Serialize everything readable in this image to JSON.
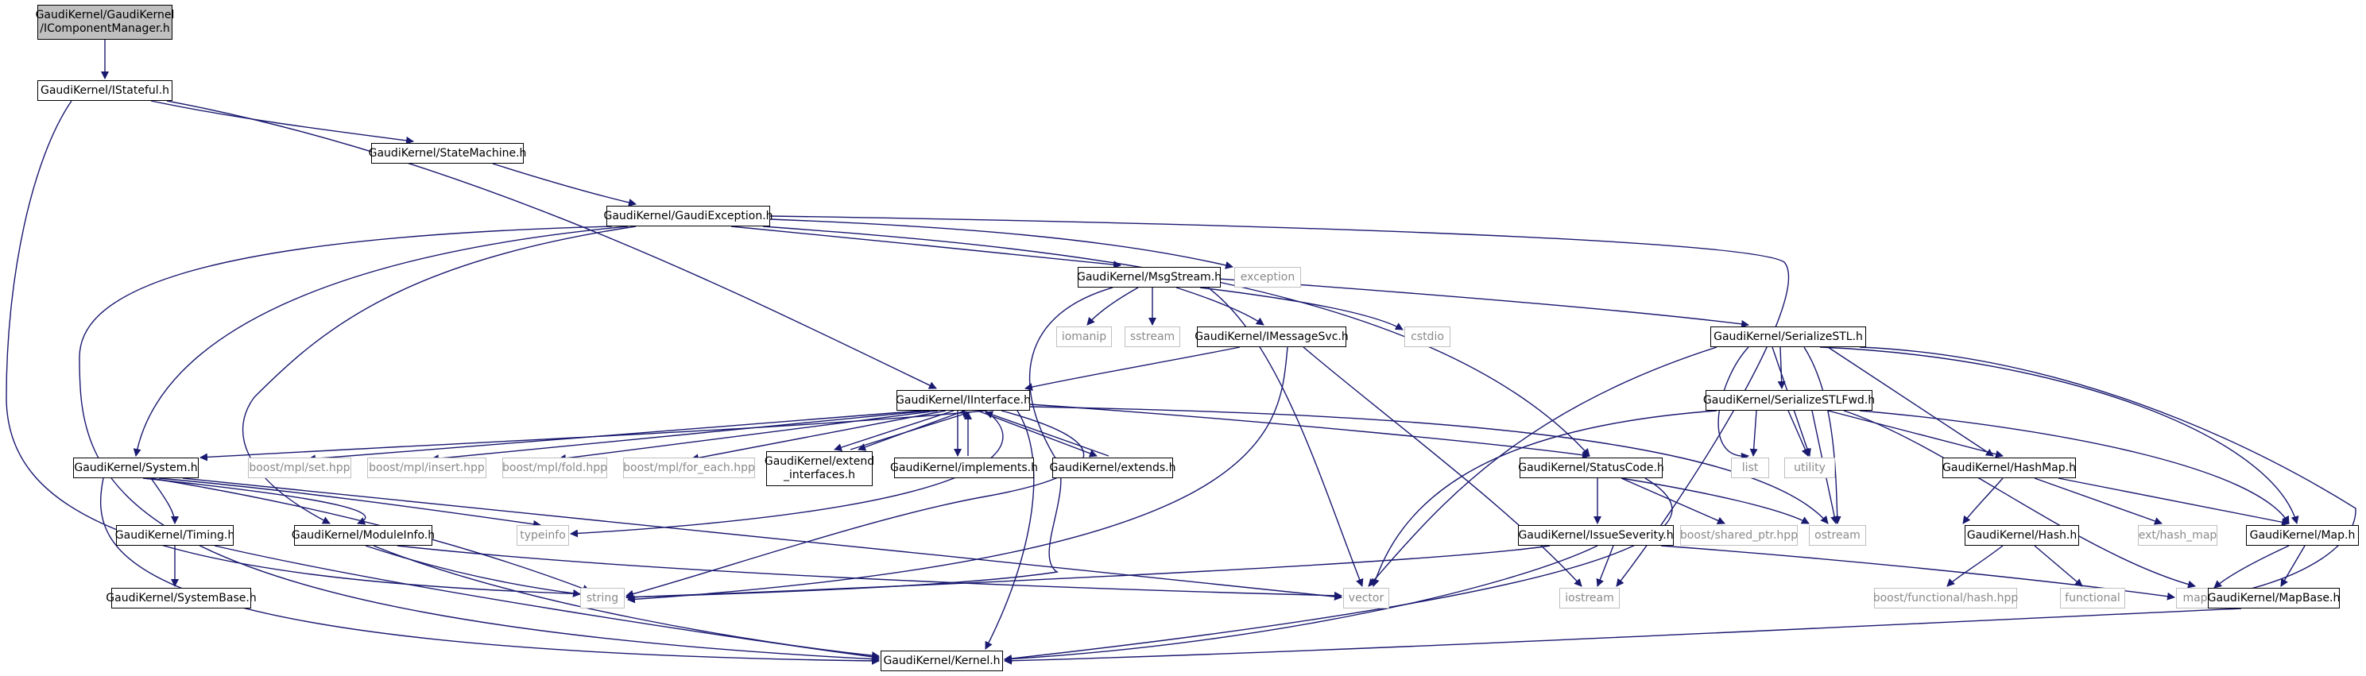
{
  "colors": {
    "edge": "#191970",
    "external_border": "#bfbfbf",
    "root_fill": "#bfbfbf",
    "node_border": "#000000"
  },
  "nodes": {
    "icm": {
      "label": "GaudiKernel/GaudiKernel\n/IComponentManager.h",
      "kind": "root"
    },
    "istateful": {
      "label": "GaudiKernel/IStateful.h",
      "kind": "header"
    },
    "statemachine": {
      "label": "GaudiKernel/StateMachine.h",
      "kind": "header"
    },
    "gaudiexception": {
      "label": "GaudiKernel/GaudiException.h",
      "kind": "header"
    },
    "msgstream": {
      "label": "GaudiKernel/MsgStream.h",
      "kind": "header"
    },
    "exception": {
      "label": "exception",
      "kind": "external"
    },
    "iomanip": {
      "label": "iomanip",
      "kind": "external"
    },
    "sstream": {
      "label": "sstream",
      "kind": "external"
    },
    "imessagesvc": {
      "label": "GaudiKernel/IMessageSvc.h",
      "kind": "header"
    },
    "cstdio": {
      "label": "cstdio",
      "kind": "external"
    },
    "serializestl": {
      "label": "GaudiKernel/SerializeSTL.h",
      "kind": "header"
    },
    "iinterface": {
      "label": "GaudiKernel/IInterface.h",
      "kind": "header"
    },
    "serializestlfwd": {
      "label": "GaudiKernel/SerializeSTLFwd.h",
      "kind": "header"
    },
    "system": {
      "label": "GaudiKernel/System.h",
      "kind": "header"
    },
    "mplset": {
      "label": "boost/mpl/set.hpp",
      "kind": "external"
    },
    "mplinsert": {
      "label": "boost/mpl/insert.hpp",
      "kind": "external"
    },
    "mplfold": {
      "label": "boost/mpl/fold.hpp",
      "kind": "external"
    },
    "mplforeach": {
      "label": "boost/mpl/for_each.hpp",
      "kind": "external"
    },
    "extendinterfaces": {
      "label": "GaudiKernel/extend\n_interfaces.h",
      "kind": "header"
    },
    "implements": {
      "label": "GaudiKernel/implements.h",
      "kind": "header"
    },
    "extends": {
      "label": "GaudiKernel/extends.h",
      "kind": "header"
    },
    "statuscode": {
      "label": "GaudiKernel/StatusCode.h",
      "kind": "header"
    },
    "list": {
      "label": "list",
      "kind": "external"
    },
    "utility": {
      "label": "utility",
      "kind": "external"
    },
    "hashmap": {
      "label": "GaudiKernel/HashMap.h",
      "kind": "header"
    },
    "timing": {
      "label": "GaudiKernel/Timing.h",
      "kind": "header"
    },
    "moduleinfo": {
      "label": "GaudiKernel/ModuleInfo.h",
      "kind": "header"
    },
    "typeinfo": {
      "label": "typeinfo",
      "kind": "external"
    },
    "issueseverity": {
      "label": "GaudiKernel/IssueSeverity.h",
      "kind": "header"
    },
    "sharedptr": {
      "label": "boost/shared_ptr.hpp",
      "kind": "external"
    },
    "ostream": {
      "label": "ostream",
      "kind": "external"
    },
    "hash": {
      "label": "GaudiKernel/Hash.h",
      "kind": "header"
    },
    "exthashmap": {
      "label": "ext/hash_map",
      "kind": "external"
    },
    "mapheader": {
      "label": "GaudiKernel/Map.h",
      "kind": "header"
    },
    "systembase": {
      "label": "GaudiKernel/SystemBase.h",
      "kind": "header"
    },
    "string": {
      "label": "string",
      "kind": "external"
    },
    "vector": {
      "label": "vector",
      "kind": "external"
    },
    "iostream": {
      "label": "iostream",
      "kind": "external"
    },
    "functionalhash": {
      "label": "boost/functional/hash.hpp",
      "kind": "external"
    },
    "functional": {
      "label": "functional",
      "kind": "external"
    },
    "map": {
      "label": "map",
      "kind": "external"
    },
    "mapbase": {
      "label": "GaudiKernel/MapBase.h",
      "kind": "header"
    },
    "kernel": {
      "label": "GaudiKernel/Kernel.h",
      "kind": "header"
    }
  }
}
